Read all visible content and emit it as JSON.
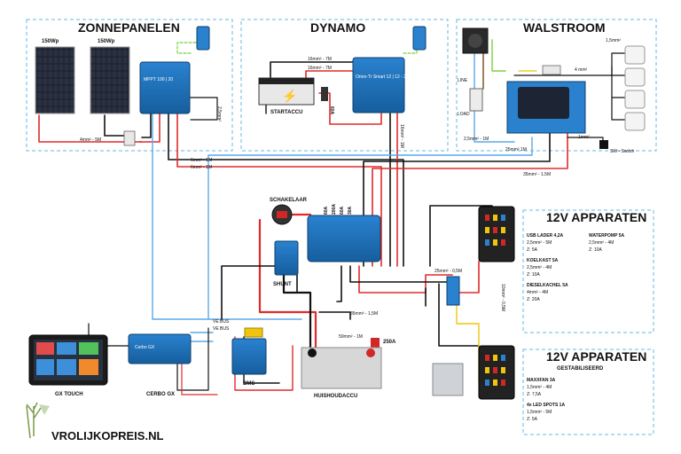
{
  "sections": {
    "solar": "ZONNEPANELEN",
    "dynamo": "DYNAMO",
    "shore": "WALSTROOM",
    "apparaten": "12V APPARATEN",
    "apparaten_stab_1": "12V APPARATEN",
    "apparaten_stab_2": "GESTABILISEERD"
  },
  "solar": {
    "panel_left": "150Wp",
    "panel_right": "150Wp",
    "mppt_label": "MPPT 100 | 20",
    "wire_panels": "4mm² - 5M",
    "wire_mppt_side": "2,5mm²",
    "wire_out_1": "6mm² - 1M",
    "wire_out_2": "6mm² - 1M"
  },
  "dynamo": {
    "wire_top_1": "16mm² - 7M",
    "wire_top_2": "16mm² - 7M",
    "startaccu": "STARTACCU",
    "fuse": "60A",
    "orion_label": "Orion-Tr Smart 12 | 12 - 30",
    "wire_down": "16mm² - 1M"
  },
  "shore": {
    "wire_4mm": "4 mm²",
    "wire_15mm": "1,5mm²",
    "wire_25_1": "2,5mm² - 1M",
    "wire_25_2": "25mm² 1M",
    "wire_1mm": "1mm²",
    "switch": "SW - Switch",
    "line_lbl": "LINE",
    "load_lbl": "LOAD",
    "wire_35": "35mm² - 1,5M"
  },
  "center": {
    "schakelaar": "SCHAKELAAR",
    "fuse_60a": "60A",
    "fuse_200a": "200A",
    "fuse_60a_2": "60A",
    "fuse_30a": "30A",
    "shunt": "SHUNT",
    "wire_25_05": "25mm² - 0,5M",
    "wire_35_15": "35mm² - 1,5M",
    "wire_50": "50mm² - 1M",
    "fuse_250": "250A",
    "accu": "HUISHOUDACCU",
    "bms": "BMS",
    "vebus_1": "VE BUS",
    "vebus_2": "VE BUS",
    "wire_10_05": "10mm² - 0,5M"
  },
  "gx": {
    "touch": "GX TOUCH",
    "cerbo": "CERBO GX",
    "cerbo_inner": "Cerbo GX"
  },
  "apparaten": {
    "usb_title": "USB LADER 4,2A",
    "usb_l1": "2,5mm² - 5M",
    "usb_l2": "Z: 5A",
    "waterpomp_title": "WATERPOMP 5A",
    "waterpomp_l1": "2,5mm² - 4M",
    "waterpomp_l2": "Z: 10A",
    "koelkast_title": "KOELKAST 5A",
    "koelkast_l1": "2,5mm² - 4M",
    "koelkast_l2": "Z: 10A",
    "diesel_title": "DIESELKACHEL 5A",
    "diesel_l1": "4mm² - 4M",
    "diesel_l2": "Z: 20A"
  },
  "stab": {
    "maxxfan_title": "MAXXFAN 3A",
    "maxxfan_l1": "1,5mm² - 4M",
    "maxxfan_l2": "Z: 7,5A",
    "led_title": "4x LED SPOTS 1A",
    "led_l1": "1,5mm² - 5M",
    "led_l2": "Z: 5A"
  },
  "brand": "VROLIJKOPREIS.NL",
  "colors": {
    "frame": "#66b8e6",
    "victron_blue": "#1f6fb8",
    "red_wire": "#e02b2b",
    "black_wire": "#111111",
    "blue_wire": "#5aa9e6",
    "green_wire": "#7ad13a",
    "yellow_wire": "#f1c40f"
  }
}
